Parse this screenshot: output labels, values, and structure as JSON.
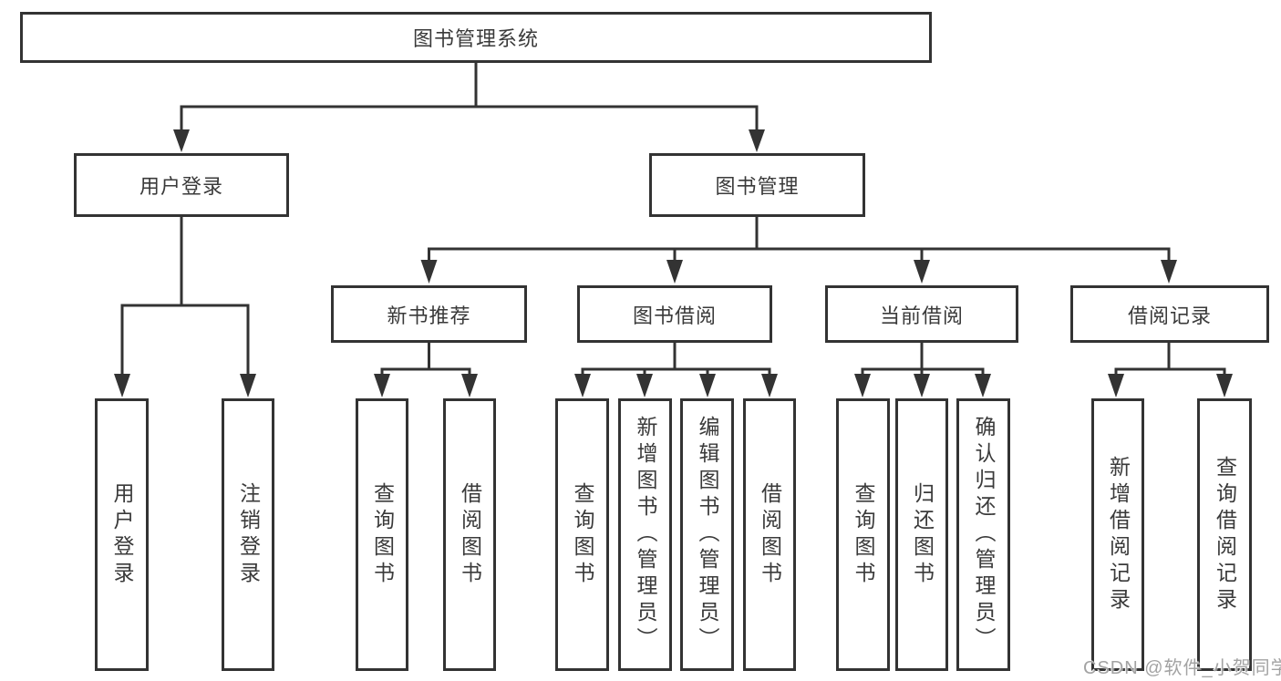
{
  "diagram": {
    "title": "图书管理系统",
    "level2": {
      "user_login": "用户登录",
      "book_mgmt": "图书管理"
    },
    "level3": {
      "new_books": "新书推荐",
      "borrow": "图书借阅",
      "current": "当前借阅",
      "records": "借阅记录"
    },
    "leaves": {
      "user_login": [
        "用户登录",
        "注销登录"
      ],
      "new_books": [
        "查询图书",
        "借阅图书"
      ],
      "borrow": [
        "查询图书",
        "新增图书（管理员）",
        "编辑图书（管理员）",
        "借阅图书"
      ],
      "current": [
        "查询图书",
        "归还图书",
        "确认归还（管理员）"
      ],
      "records": [
        "新增借阅记录",
        "查询借阅记录"
      ]
    },
    "watermark": "CSDN @软件_小贺同学",
    "colors": {
      "line": "#333333",
      "text": "#3a3a3a",
      "box_background": "#ffffff",
      "watermark": "#a3a3a3"
    }
  }
}
